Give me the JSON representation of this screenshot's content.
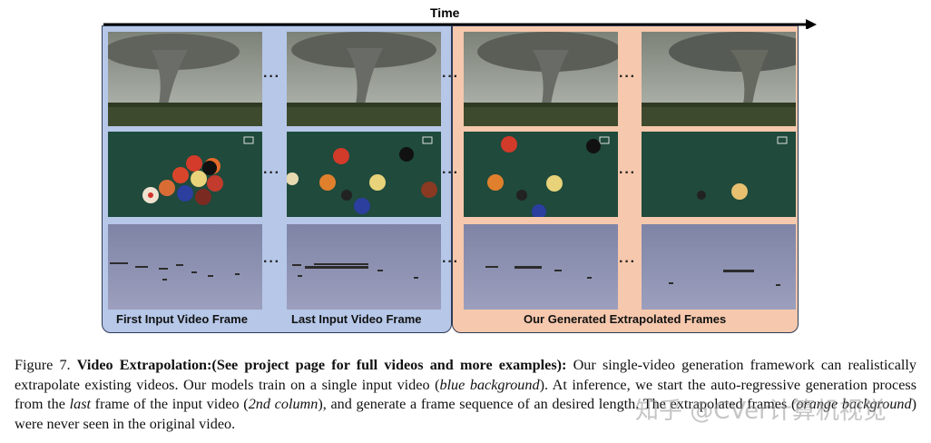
{
  "figure": {
    "time_label": "Time",
    "panels": {
      "first_input": "First Input Video Frame",
      "last_input": "Last Input Video Frame",
      "generated": "Our Generated Extrapolated Frames"
    },
    "ellipsis": "···"
  },
  "caption": {
    "prefix": "Figure 7. ",
    "bold": "Video Extrapolation:(See project page for full videos and more examples):",
    "t1": " Our single-video generation framework can realistically extrapolate existing videos. Our models train on a single input video (",
    "blue": "blue background",
    "t2": "). At inference, we start the auto-regressive generation process from the ",
    "last": "last",
    "t3": " frame of the input video (",
    "col": "2nd column",
    "t4": "), and generate a frame sequence of an desired length. The extrapolated frames (",
    "orange": "orange background",
    "t5": ") were never seen in the original video."
  },
  "watermark": "知乎 @CVer计算机视觉",
  "colors": {
    "input_panel": "#b6c7e8",
    "generated_panel": "#f6c8ad"
  }
}
